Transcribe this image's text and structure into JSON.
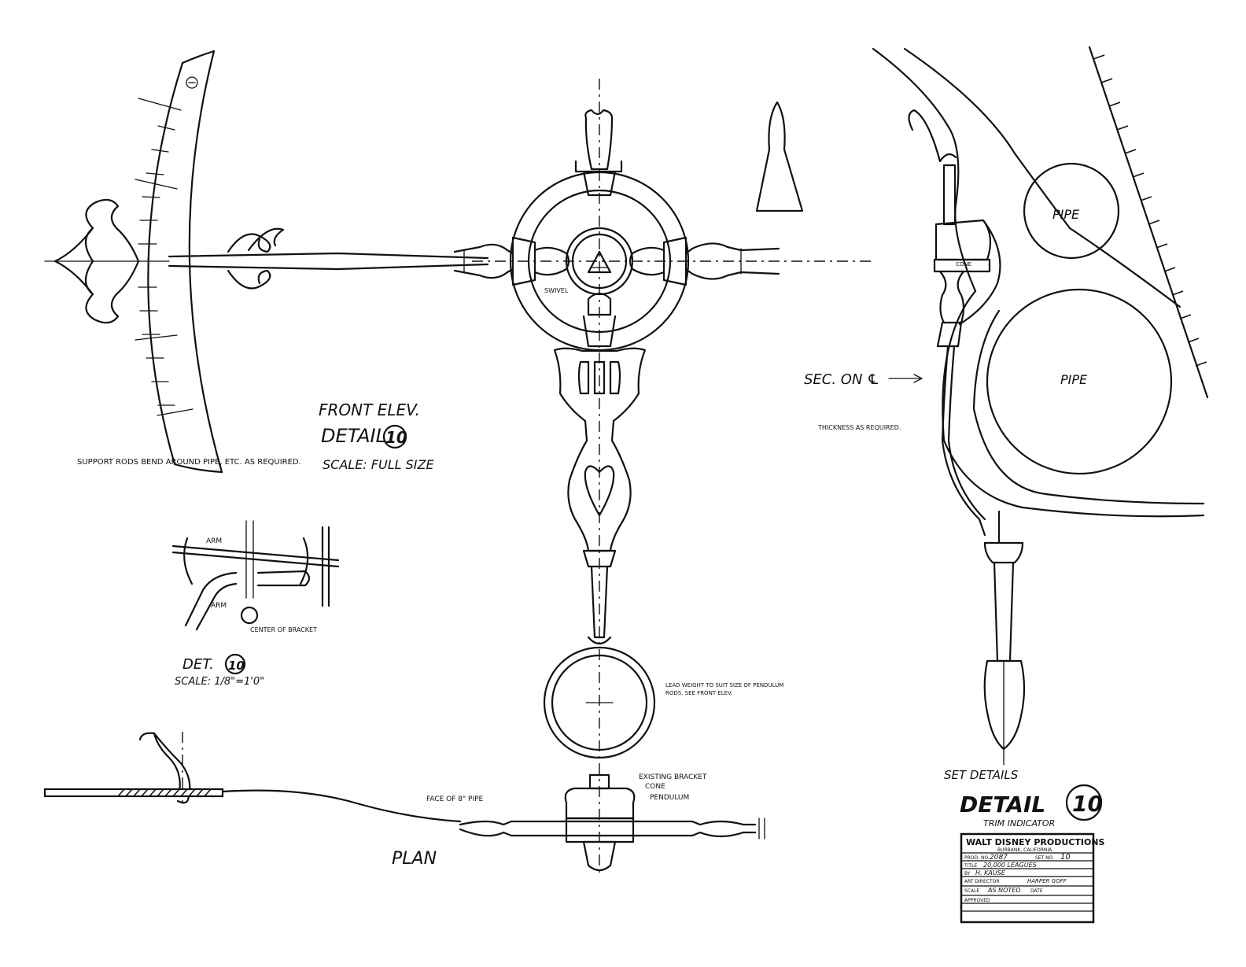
{
  "front_elevation": {
    "title": "FRONT ELEV.",
    "detail": "DETAIL",
    "detail_no": "10",
    "scale": "SCALE: FULL SIZE",
    "note_support": "SUPPORT RODS BEND AROUND PIPE, ETC. AS REQUIRED.",
    "note_swivel": "SWIVEL"
  },
  "small_detail": {
    "label": "DET.",
    "detail_no": "10",
    "scale": "SCALE: 1/8\"=1'0\"",
    "note_arm": "ARM",
    "note_arm2": "ARM",
    "note_center": "CENTER OF BRACKET"
  },
  "section": {
    "label": "SEC. ON ℄",
    "note_thickness": "THICKNESS AS REQUIRED.",
    "pipe_upper": "PIPE",
    "pipe_lower": "PIPE",
    "note_cone": "CONE"
  },
  "plan": {
    "title": "PLAN",
    "note_face": "FACE OF 8\" PIPE",
    "note_bracket": "EXISTING BRACKET",
    "note_cone": "CONE",
    "note_pendulum": "PENDULUM",
    "note_weight": "LEAD WEIGHT TO SUIT SIZE OF PENDULUM RODS. SEE FRONT ELEV."
  },
  "detail_block": {
    "sub_assembly": "SET DETAILS",
    "detail": "DETAIL",
    "detail_no": "10",
    "subtitle": "TRIM INDICATOR"
  },
  "title_block": {
    "company": "WALT DISNEY PRODUCTIONS",
    "location": "BURBANK, CALIFORNIA",
    "prod_label": "PROD. NO.",
    "prod_no": "2087",
    "set_label": "SET NO.",
    "set_no": "10",
    "title_label": "TITLE",
    "title": "20,000 LEAGUES",
    "by_label": "BY",
    "by": "H. KAUSE",
    "art_label": "ART DIRECTOR",
    "art_director": "HARPER GOFF",
    "scale_label": "SCALE",
    "scale": "AS NOTED",
    "date_label": "DATE",
    "approved_label": "APPROVED"
  }
}
